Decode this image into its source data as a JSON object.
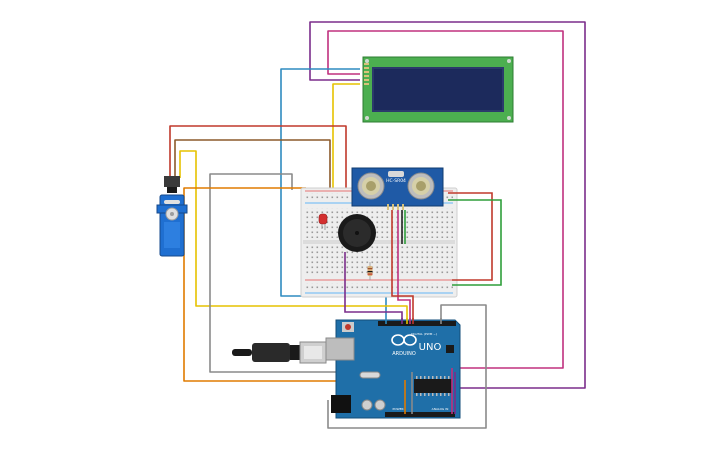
{
  "sensor": {
    "model": "HC-SR04"
  },
  "arduino": {
    "brand": "ARDUINO",
    "model": "UNO",
    "digital_header": "DIGITAL (PWM ~)",
    "power_header": "POWER",
    "analog_header": "ANALOG IN"
  },
  "colors": {
    "wire_red": "#c0392b",
    "wire_brown": "#8b5a2b",
    "wire_yellow": "#e6c200",
    "wire_orange": "#e07b00",
    "wire_purple": "#7b2d8b",
    "wire_magenta": "#c0307e",
    "wire_blue": "#2e8bc0",
    "wire_green": "#2e9e3a",
    "wire_gray": "#8a8a8a",
    "wire_black": "#222222",
    "board_blue": "#1f6fa8",
    "lcd_green": "#4caf50",
    "lcd_screen": "#1c2a5c"
  },
  "components": [
    {
      "id": "lcd",
      "icon": "lcd-16x2-icon"
    },
    {
      "id": "servo",
      "icon": "servo-motor-icon"
    },
    {
      "id": "ultrasonic",
      "icon": "ultrasonic-sensor-icon"
    },
    {
      "id": "buzzer",
      "icon": "piezo-buzzer-icon"
    },
    {
      "id": "led",
      "icon": "red-led-icon"
    },
    {
      "id": "resistor",
      "icon": "resistor-icon"
    },
    {
      "id": "breadboard",
      "icon": "breadboard-icon"
    },
    {
      "id": "arduino",
      "icon": "arduino-uno-icon"
    },
    {
      "id": "usb",
      "icon": "usb-cable-icon"
    }
  ]
}
